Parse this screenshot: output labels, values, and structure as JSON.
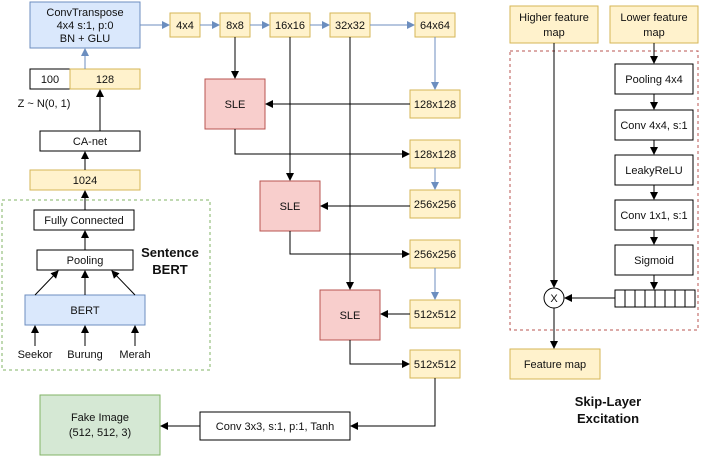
{
  "gen": {
    "convt_l1": "ConvTranspose",
    "convt_l2": "4x4 s:1, p:0",
    "convt_l3": "BN + GLU",
    "noise_val": "100",
    "cond_val": "128",
    "z_label": "Z ~ N(0, 1)",
    "canet": "CA-net",
    "emb_dim": "1024",
    "fc": "Fully Connected",
    "pooling": "Pooling",
    "bert": "BERT",
    "sentence_bert_l1": "Sentence",
    "sentence_bert_l2": "BERT",
    "words": [
      "Seekor",
      "Burung",
      "Merah"
    ],
    "top_sizes": [
      "4x4",
      "8x8",
      "16x16",
      "32x32",
      "64x64"
    ],
    "sle_label": "SLE",
    "right_sizes": [
      "128x128",
      "128x128",
      "256x256",
      "256x256",
      "512x512",
      "512x512"
    ],
    "final_conv": "Conv 3x3, s:1, p:1, Tanh",
    "fake_l1": "Fake Image",
    "fake_l2": "(512, 512, 3)"
  },
  "sle": {
    "higher_l1": "Higher feature",
    "higher_l2": "map",
    "lower_l1": "Lower feature",
    "lower_l2": "map",
    "steps": [
      "Pooling 4x4",
      "Conv 4x4, s:1",
      "LeakyReLU",
      "Conv 1x1, s:1",
      "Sigmoid"
    ],
    "multiply": "X",
    "output": "Feature map",
    "title_l1": "Skip-Layer",
    "title_l2": "Excitation"
  },
  "colors": {
    "yellow_fill": "#fff2cc",
    "yellow_stroke": "#d6b656",
    "blue_fill": "#dae8fc",
    "blue_stroke": "#6c8ebf",
    "red_fill": "#f8cecc",
    "red_stroke": "#b85450",
    "green_fill": "#d5e8d4",
    "green_stroke": "#82b366",
    "dashed_green": "#82b366",
    "dashed_red": "#b85450"
  }
}
